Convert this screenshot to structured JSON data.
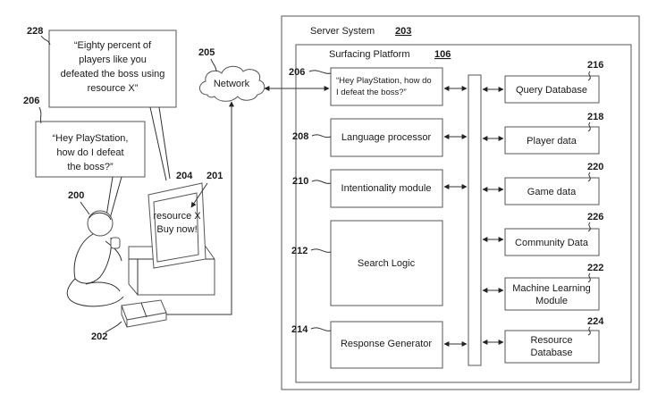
{
  "server_system": {
    "label": "Server System",
    "ref": "203"
  },
  "surfacing_platform": {
    "label": "Surfacing Platform",
    "ref": "106"
  },
  "network": {
    "label": "Network",
    "ref": "205"
  },
  "speech_228": {
    "ref": "228",
    "lines": [
      "“Eighty percent of",
      "players like you",
      "defeated the boss using",
      "resource X”"
    ]
  },
  "speech_206": {
    "ref": "206",
    "lines": [
      "“Hey PlayStation,",
      "how do I defeat",
      "the boss?”"
    ]
  },
  "user": {
    "ref": "200"
  },
  "display": {
    "ref": "204",
    "overlay_ref": "201",
    "lines": [
      "resource X",
      "Buy now!"
    ]
  },
  "console": {
    "ref": "202"
  },
  "modules": {
    "query_text": {
      "ref": "206",
      "lines": [
        "“Hey PlayStation, how do",
        "I defeat the boss?”"
      ]
    },
    "language_processor": {
      "ref": "208",
      "label": "Language processor"
    },
    "intentionality": {
      "ref": "210",
      "label": "Intentionality module"
    },
    "search_logic": {
      "ref": "212",
      "label": "Search Logic"
    },
    "response_generator": {
      "ref": "214",
      "label": "Response Generator"
    }
  },
  "data_stores": {
    "query_db": {
      "ref": "216",
      "lines": [
        "Query Database"
      ]
    },
    "player_data": {
      "ref": "218",
      "lines": [
        "Player data"
      ]
    },
    "game_data": {
      "ref": "220",
      "lines": [
        "Game data"
      ]
    },
    "community": {
      "ref": "226",
      "lines": [
        "Community Data"
      ]
    },
    "ml_module": {
      "ref": "222",
      "lines": [
        "Machine Learning",
        "Module"
      ]
    },
    "resource_db": {
      "ref": "224",
      "lines": [
        "Resource",
        "Database"
      ]
    }
  }
}
